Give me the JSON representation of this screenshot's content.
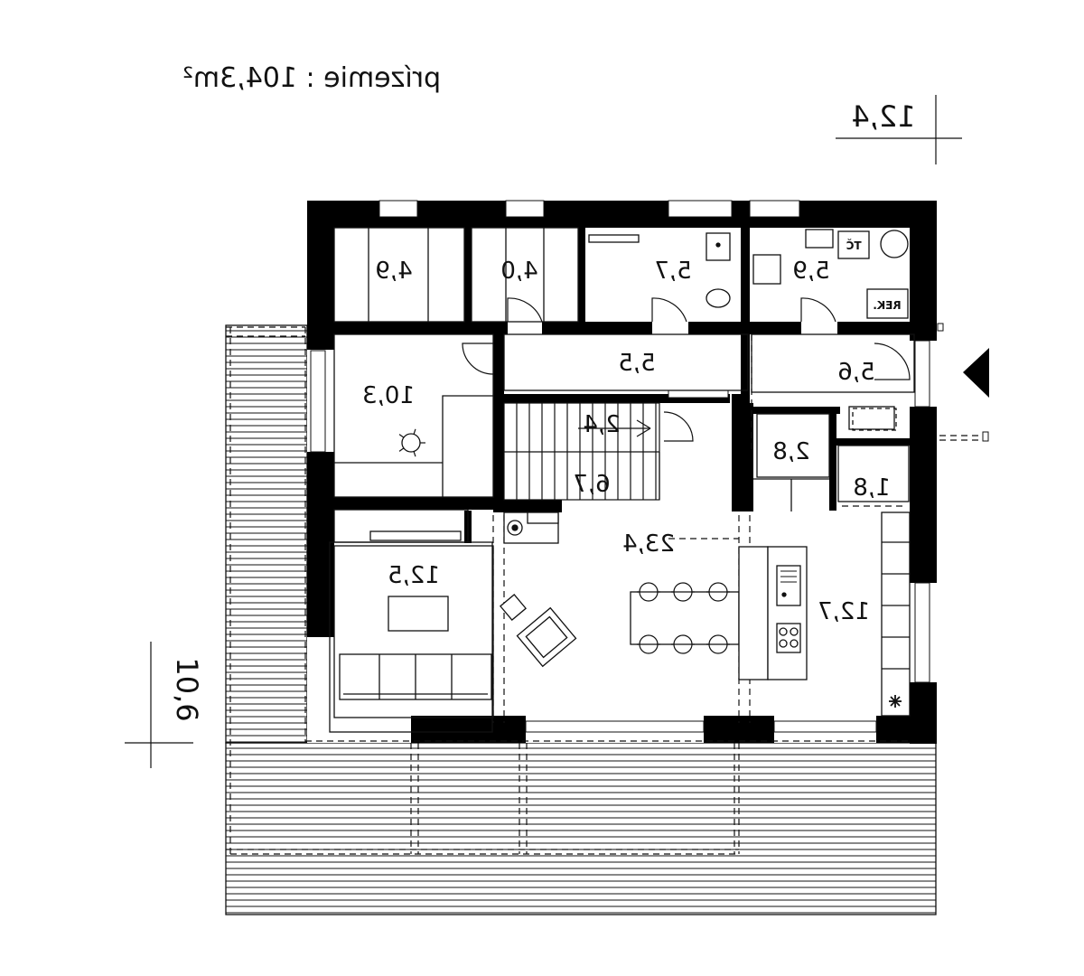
{
  "title": {
    "text": "prízemie : 104,3m²"
  },
  "dimensions": {
    "width": "12,4",
    "depth": "10,6"
  },
  "rooms": [
    {
      "id": "bedroom-a",
      "area": "4,9"
    },
    {
      "id": "bedroom-b",
      "area": "4,0"
    },
    {
      "id": "bathroom",
      "area": "5,7"
    },
    {
      "id": "utility",
      "area": "5,9"
    },
    {
      "id": "room-west",
      "area": "10,3"
    },
    {
      "id": "hall",
      "area": "5,5"
    },
    {
      "id": "entrance",
      "area": "5,6"
    },
    {
      "id": "stair-upper",
      "area": "2,4"
    },
    {
      "id": "stair-lower",
      "area": "6,7"
    },
    {
      "id": "pantry",
      "area": "2,8"
    },
    {
      "id": "wc",
      "area": "1,8"
    },
    {
      "id": "living",
      "area": "23,4"
    },
    {
      "id": "room-southwest",
      "area": "12,5"
    },
    {
      "id": "kitchen",
      "area": "12,7"
    }
  ],
  "labels": {
    "heat_pump": "TČ",
    "recuperation": "REK."
  },
  "icons": {
    "entrance": "entrance-arrow-icon",
    "fireplace": "stove-icon",
    "ventilation": "asterisk-icon"
  },
  "colors": {
    "wall": "#000000",
    "line": "#111111",
    "background": "#ffffff"
  }
}
